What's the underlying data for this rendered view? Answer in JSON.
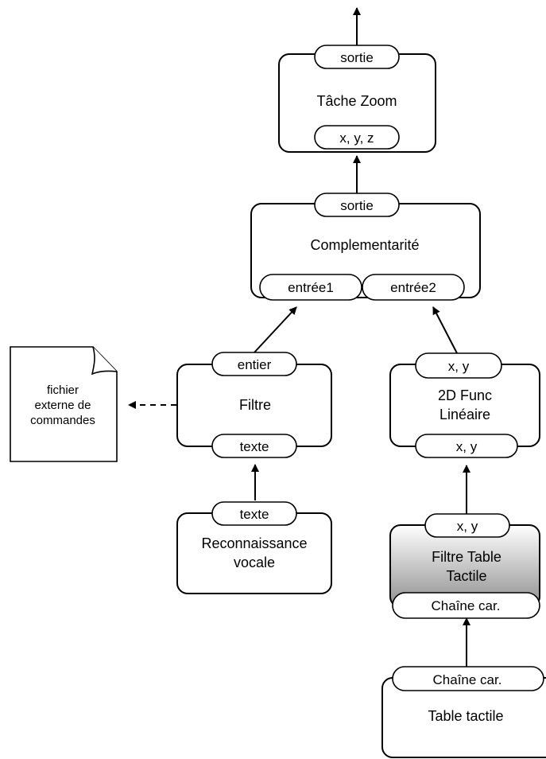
{
  "nodes": {
    "zoom": {
      "label": "Tâche Zoom",
      "port_top": "sortie",
      "port_bottom": "x, y, z"
    },
    "complementarite": {
      "label": "Complementarité",
      "port_top": "sortie",
      "port_in1": "entrée1",
      "port_in2": "entrée2"
    },
    "filtre": {
      "label": "Filtre",
      "port_top": "entier",
      "port_bottom": "texte"
    },
    "func2d": {
      "label_line1": "2D Func",
      "label_line2": "Linéaire",
      "port_top": "x, y",
      "port_bottom": "x, y"
    },
    "reconnaissance": {
      "label_line1": "Reconnaissance",
      "label_line2": "vocale",
      "port_top": "texte"
    },
    "filtre_table": {
      "label_line1": "Filtre Table",
      "label_line2": "Tactile",
      "port_top": "x, y",
      "port_bottom": "Chaîne car."
    },
    "table_tactile": {
      "label": "Table tactile",
      "port_top": "Chaîne car."
    }
  },
  "file": {
    "line1": "fichier",
    "line2": "externe de",
    "line3": "commandes"
  }
}
